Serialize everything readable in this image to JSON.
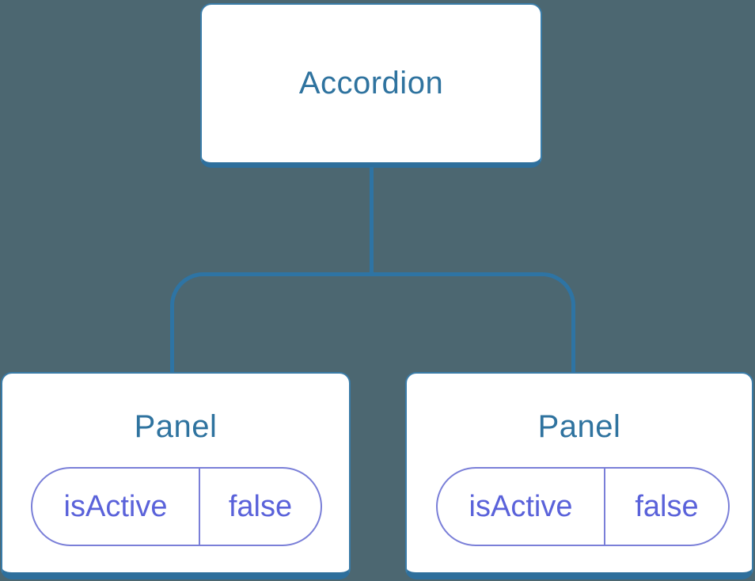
{
  "diagram": {
    "type": "component-tree",
    "root": {
      "label": "Accordion"
    },
    "children": [
      {
        "label": "Panel",
        "state": {
          "name": "isActive",
          "value": "false"
        }
      },
      {
        "label": "Panel",
        "state": {
          "name": "isActive",
          "value": "false"
        }
      }
    ],
    "colors": {
      "bg": "#4C6771",
      "line": "#2E74A4",
      "box-border": "#3A7CA8",
      "box-bottom": "#2E6F9C",
      "title": "#2F739F",
      "pill-border": "#7A7FD8",
      "pill-text": "#5A62DA",
      "box-fill": "#FFFFFF"
    }
  }
}
